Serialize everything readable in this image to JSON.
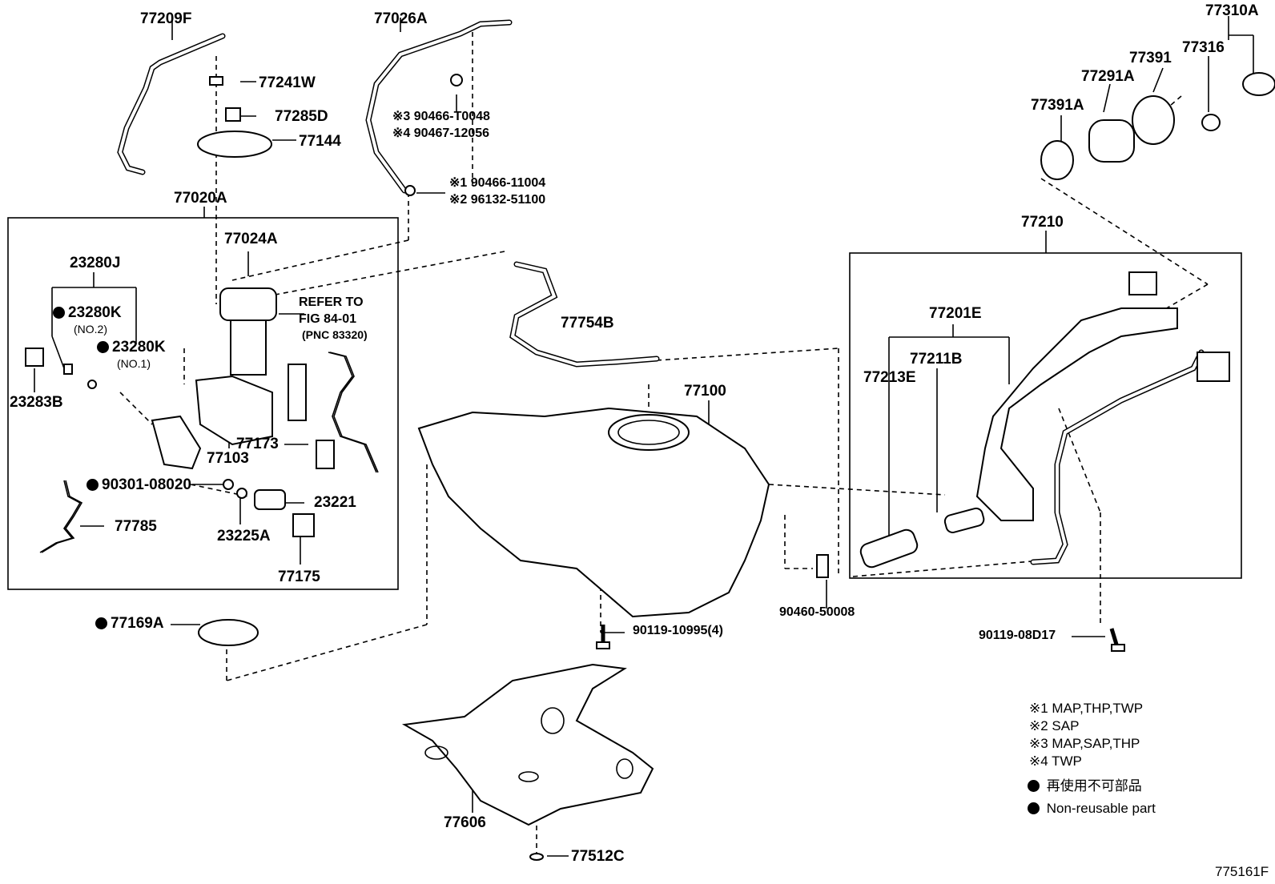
{
  "diagram": {
    "labels": {
      "p77209F": "77209F",
      "p77026A": "77026A",
      "p77310A": "77310A",
      "p77241W": "77241W",
      "p77285D": "77285D",
      "p77144": "77144",
      "p77316": "77316",
      "p77391": "77391",
      "p77291A": "77291A",
      "p77391A": "77391A",
      "n90466T0048": "※3 90466-T0048",
      "n9046712056": "※4 90467-12056",
      "n9046611004": "※1 90466-11004",
      "n9613251100": "※2 96132-51100",
      "p77020A": "77020A",
      "p77210": "77210",
      "p77024A": "77024A",
      "p23280J": "23280J",
      "p23280K_no2": "23280K",
      "no2": "(NO.2)",
      "p23280K_no1": "23280K",
      "no1": "(NO.1)",
      "refer1": "REFER TO",
      "refer2": "FIG 84-01",
      "refer3": "(PNC 83320)",
      "p77754B": "77754B",
      "p77201E": "77201E",
      "p77211B": "77211B",
      "p77213E": "77213E",
      "p23283B": "23283B",
      "p77100": "77100",
      "p77173": "77173",
      "p77103": "77103",
      "p9030108020": "90301-08020",
      "p23221": "23221",
      "p77785": "77785",
      "p23225A": "23225A",
      "p77175": "77175",
      "p77169A": "77169A",
      "p9046050008": "90460-50008",
      "p9011910995": "90119-10995(4)",
      "p9011908D17": "90119-08D17",
      "p77606": "77606",
      "p77512C": "77512C",
      "code": "775161F"
    },
    "legend": [
      "※1 MAP,THP,TWP",
      "※2 SAP",
      "※3 MAP,SAP,THP",
      "※4 TWP",
      "再使用不可部品",
      "Non-reusable part"
    ]
  }
}
